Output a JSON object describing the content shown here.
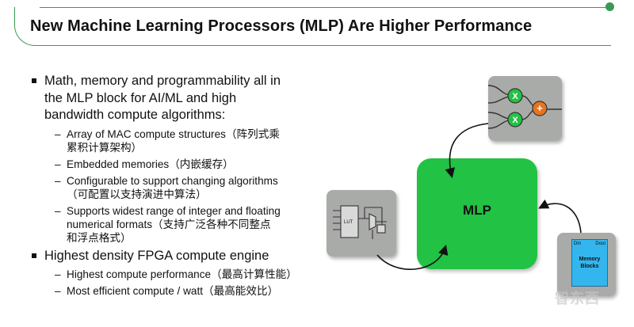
{
  "title": "New Machine Learning Processors (MLP) Are Higher Performance",
  "bullets": {
    "b1_line1": "Math, memory and programmability all in",
    "b1_line2": "the MLP block for AI/ML and high",
    "b1_line3": "bandwidth compute algorithms:",
    "sub1_line1": "Array of MAC compute structures（阵列式乘",
    "sub1_line2": "累积计算架构）",
    "sub2_line1": "Embedded memories（内嵌缓存）",
    "sub3_line1": "Configurable to support changing algorithms",
    "sub3_line2": "（可配置以支持演进中算法）",
    "sub4_line1": "Supports widest range of integer and floating",
    "sub4_line2": "numerical formats（支持广泛各种不同整点",
    "sub4_line3": "和浮点格式）",
    "b2_line1": "Highest density FPGA compute engine",
    "sub5_line1": "Highest compute performance（最高计算性能）",
    "sub6_line1": "Most efficient compute / watt（最高能效比）"
  },
  "diagram": {
    "mlp_label": "MLP",
    "multiplier_symbol": "X",
    "adder_symbol": "+",
    "lut_label": "LUT",
    "memory_din": "Din",
    "memory_dout": "Dout",
    "memory_label_line1": "Memory",
    "memory_label_line2": "Blocks"
  },
  "watermark": "智东西",
  "colors": {
    "accent_green": "#3a9a52",
    "mlp_green": "#22c244",
    "card_gray": "#a9aba8",
    "memory_blue": "#33b6ee",
    "adder_orange": "#e8741e"
  }
}
